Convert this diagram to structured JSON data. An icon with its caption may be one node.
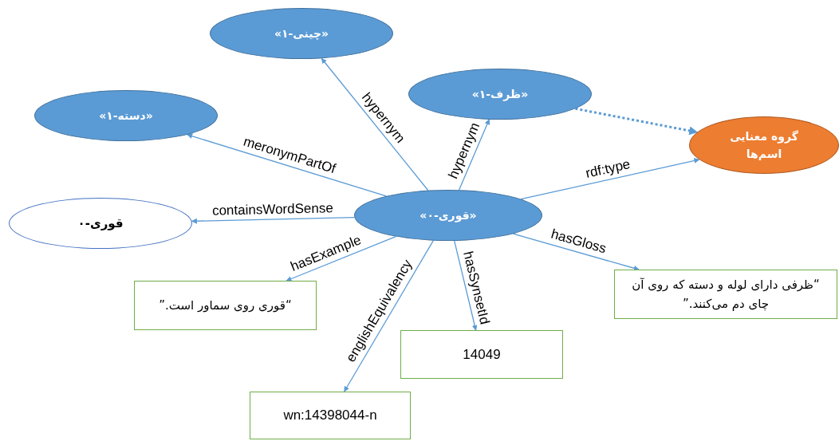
{
  "diagram": {
    "nodes": [
      {
        "text": [
          "«چینی-۱»"
        ]
      },
      {
        "text": [
          "«ظرف-۱»"
        ]
      },
      {
        "text": [
          "«دسته-۱»"
        ]
      },
      {
        "text": [
          "گروه معنایی اسم‌ها"
        ]
      },
      {
        "text": [
          "«قوری-۰»"
        ]
      },
      {
        "text": [
          "قوری-۰"
        ]
      },
      {
        "text": [
          "“قوری روی سماور است.”"
        ]
      },
      {
        "text": [
          "“ظرفی دارای لوله و دسته که روی آن چای دم می‌کنند.”"
        ]
      },
      {
        "text": [
          "14049"
        ]
      },
      {
        "text": [
          "wn:14398044-n"
        ]
      }
    ],
    "edges": [
      {
        "from": 4,
        "to": 0,
        "arrow": "to",
        "label": "hypernym"
      },
      {
        "from": 4,
        "to": 1,
        "arrow": "to",
        "label": "hypernym"
      },
      {
        "from": 4,
        "to": 2,
        "arrow": "to",
        "label": "meronymPartOf"
      },
      {
        "from": 4,
        "to": 5,
        "arrow": "to",
        "label": "containsWordSense"
      },
      {
        "from": 4,
        "to": 3,
        "arrow": "to",
        "label": "rdf:type"
      },
      {
        "from": 4,
        "to": 7,
        "arrow": "to",
        "label": "hasGloss"
      },
      {
        "from": 4,
        "to": 6,
        "arrow": "to",
        "label": "hasExample"
      },
      {
        "from": 4,
        "to": 9,
        "arrow": "to",
        "label": "englishEquivalency"
      },
      {
        "from": 4,
        "to": 8,
        "arrow": "to",
        "label": "hasSynsetId"
      },
      {
        "from": 1,
        "to": 3,
        "arrow": "to",
        "style": "dashed"
      }
    ]
  }
}
